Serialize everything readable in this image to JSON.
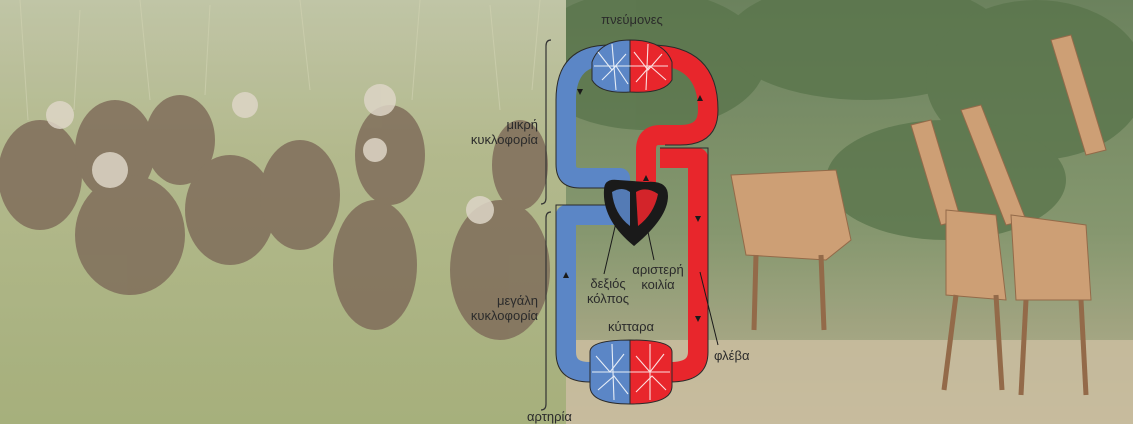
{
  "labels": {
    "lungs": "πνεύμονες",
    "pulmonary_circulation": [
      "μικρή",
      "κυκλοφορία"
    ],
    "systemic_circulation": [
      "μεγάλη",
      "κυκλοφορία"
    ],
    "right_atrium": [
      "δεξιός",
      "κόλπος"
    ],
    "left_ventricle": [
      "αριστερή",
      "κοιλία"
    ],
    "cells": "κύτταρα",
    "vein": "φλέβα",
    "artery": "αρτηρία"
  },
  "colors": {
    "oxygenated_blood": "#e8262c",
    "deoxygenated_blood": "#5b86c6",
    "heart": "#1a1a1a",
    "vessel_outline": "#2a2a2a"
  },
  "background": {
    "left_photo_subject": "vultures",
    "right_photo_subject": "giraffes"
  }
}
